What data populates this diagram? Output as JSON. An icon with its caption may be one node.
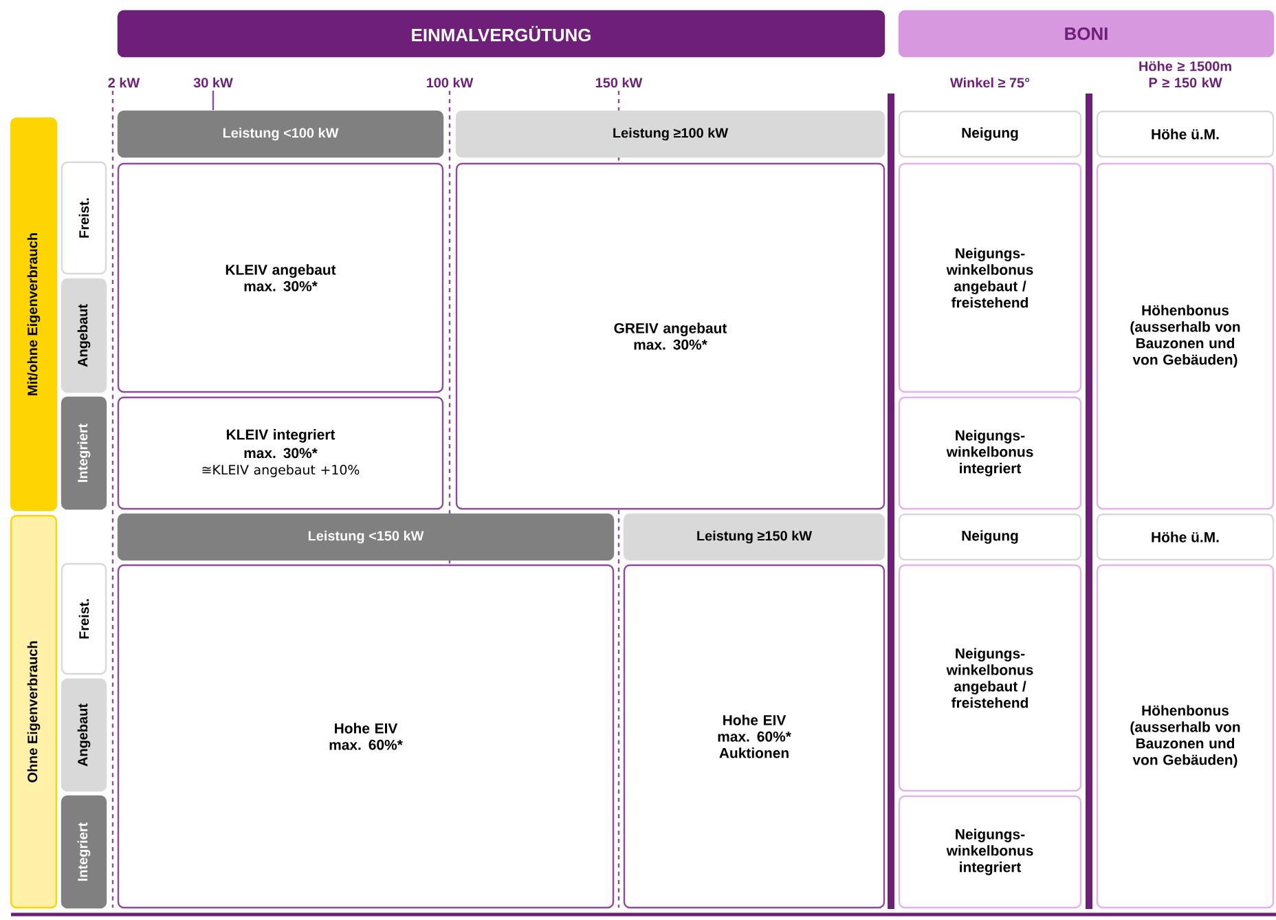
{
  "diagram": {
    "nodes": [
      {
        "text": [
          "EINMALVERGÜTUNG"
        ]
      },
      {
        "text": [
          "BONI"
        ]
      },
      {
        "text": [
          "Mit/ohne Eigenverbrauch"
        ]
      },
      {
        "text": [
          "Freist."
        ]
      },
      {
        "text": [
          "Angebaut"
        ]
      },
      {
        "text": [
          "Integriert"
        ]
      },
      {
        "text": [
          "Leistung <100 kW"
        ]
      },
      {
        "text": [
          "Leistung ≥100 kW"
        ]
      },
      {
        "text": [
          "KLEIV angebaut max. 30%*"
        ]
      },
      {
        "text": [
          "KLEIV integriert max. 30%*",
          "≅KLEIV angebaut +10%"
        ]
      },
      {
        "text": [
          "GREIV angebaut max. 30%*"
        ]
      },
      {
        "text": [
          "Neigung"
        ]
      },
      {
        "text": [
          "Neigungs- winkelbonus angebaut / freistehend"
        ]
      },
      {
        "text": [
          "Neigungs- winkelbonus integriert"
        ]
      },
      {
        "text": [
          "Höhe ü.M."
        ]
      },
      {
        "text": [
          "Höhenbonus (ausserhalb von Bauzonen und von Gebäuden)"
        ]
      },
      {
        "text": [
          "Ohne Eigenverbrauch"
        ]
      },
      {
        "text": [
          "Freist."
        ]
      },
      {
        "text": [
          "Angebaut"
        ]
      },
      {
        "text": [
          "Integriert"
        ]
      },
      {
        "text": [
          "Leistung <150 kW"
        ]
      },
      {
        "text": [
          "Leistung ≥150 kW"
        ]
      },
      {
        "text": [
          "Hohe EIV max. 60%*"
        ]
      },
      {
        "text": [
          "Hohe EIV max. 60%* Auktionen"
        ]
      },
      {
        "text": [
          "Neigung"
        ]
      },
      {
        "text": [
          "Neigungs- winkelbonus angebaut / freistehend"
        ]
      },
      {
        "text": [
          "Neigungs- winkelbonus integriert"
        ]
      },
      {
        "text": [
          "Höhe ü.M."
        ]
      },
      {
        "text": [
          "Höhenbonus (ausserhalb von Bauzonen und von Gebäuden)"
        ]
      }
    ],
    "edges": [],
    "labels": [
      "2 kW",
      "30 kW",
      "100 kW",
      "150 kW",
      "Winkel ≥ 75°",
      "Höhe ≥ 1500m P ≥ 150 kW"
    ]
  }
}
